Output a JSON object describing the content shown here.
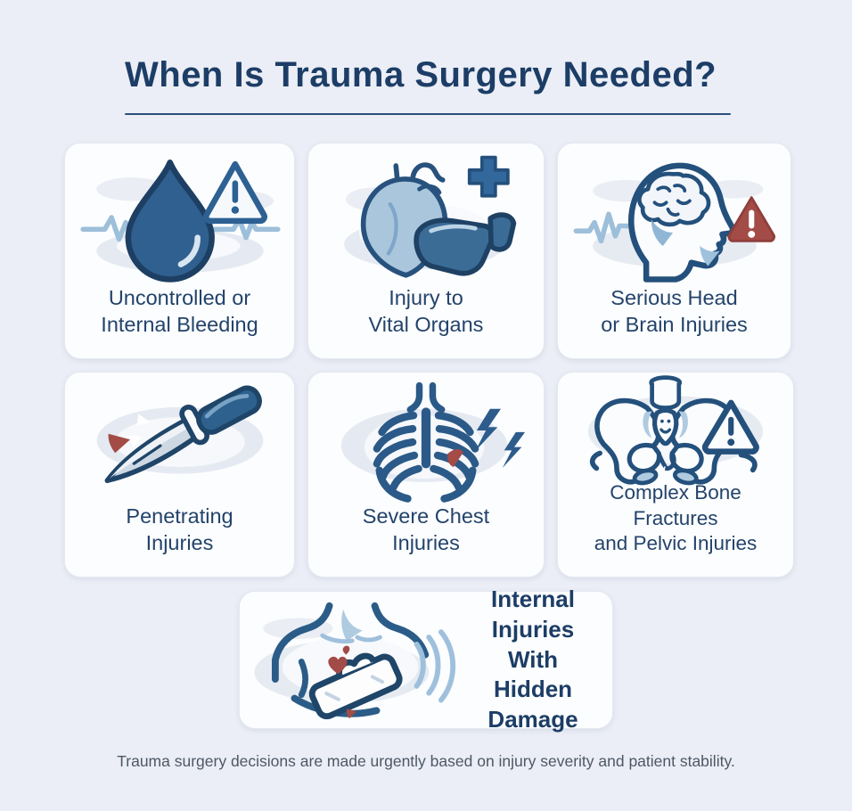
{
  "title": "When Is Trauma Surgery Needed?",
  "cards": [
    {
      "id": "bleeding",
      "label": "Uncontrolled or\nInternal Bleeding",
      "icon": "blood-drop-warning-icon"
    },
    {
      "id": "organs",
      "label": "Injury to\nVital Organs",
      "icon": "heart-liver-cross-icon"
    },
    {
      "id": "head",
      "label": "Serious Head\nor Brain Injuries",
      "icon": "head-brain-warning-icon"
    },
    {
      "id": "penetrating",
      "label": "Penetrating\nInjuries",
      "icon": "knife-icon"
    },
    {
      "id": "chest",
      "label": "Severe Chest\nInjuries",
      "icon": "ribcage-lightning-icon"
    },
    {
      "id": "fractures",
      "label": "Complex Bone\nFractures\nand Pelvic Injuries",
      "icon": "pelvis-warning-icon"
    }
  ],
  "wide_card": {
    "id": "internal-hidden",
    "label": "Internal\nInjuries With\nHidden Damage",
    "icon": "torso-bandage-icon"
  },
  "footer": "Trauma surgery decisions are made urgently based on injury severity and patient stability.",
  "colors": {
    "background": "#ebeef6",
    "card": "#fcfdfe",
    "title_navy": "#1c3d66",
    "label_navy": "#23436b",
    "stroke_dark": "#1f4568",
    "blue_mid": "#2e5f8e",
    "blue_steel": "#3a6c96",
    "blue_light": "#a9c6dd",
    "ekg_blue": "#9dbfda",
    "swish_gray": "#dde3ed",
    "warning_red": "#a34b46",
    "footer_gray": "#4d5866"
  }
}
